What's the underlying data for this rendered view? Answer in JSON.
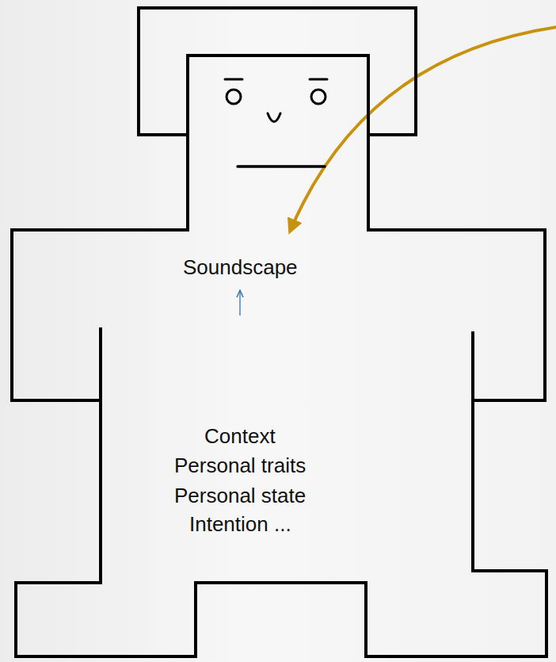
{
  "diagram": {
    "nodes": [
      {
        "text": [
          "Soundscape",
          "Context",
          "Personal traits",
          "Personal state",
          "Intention ..."
        ]
      }
    ]
  }
}
